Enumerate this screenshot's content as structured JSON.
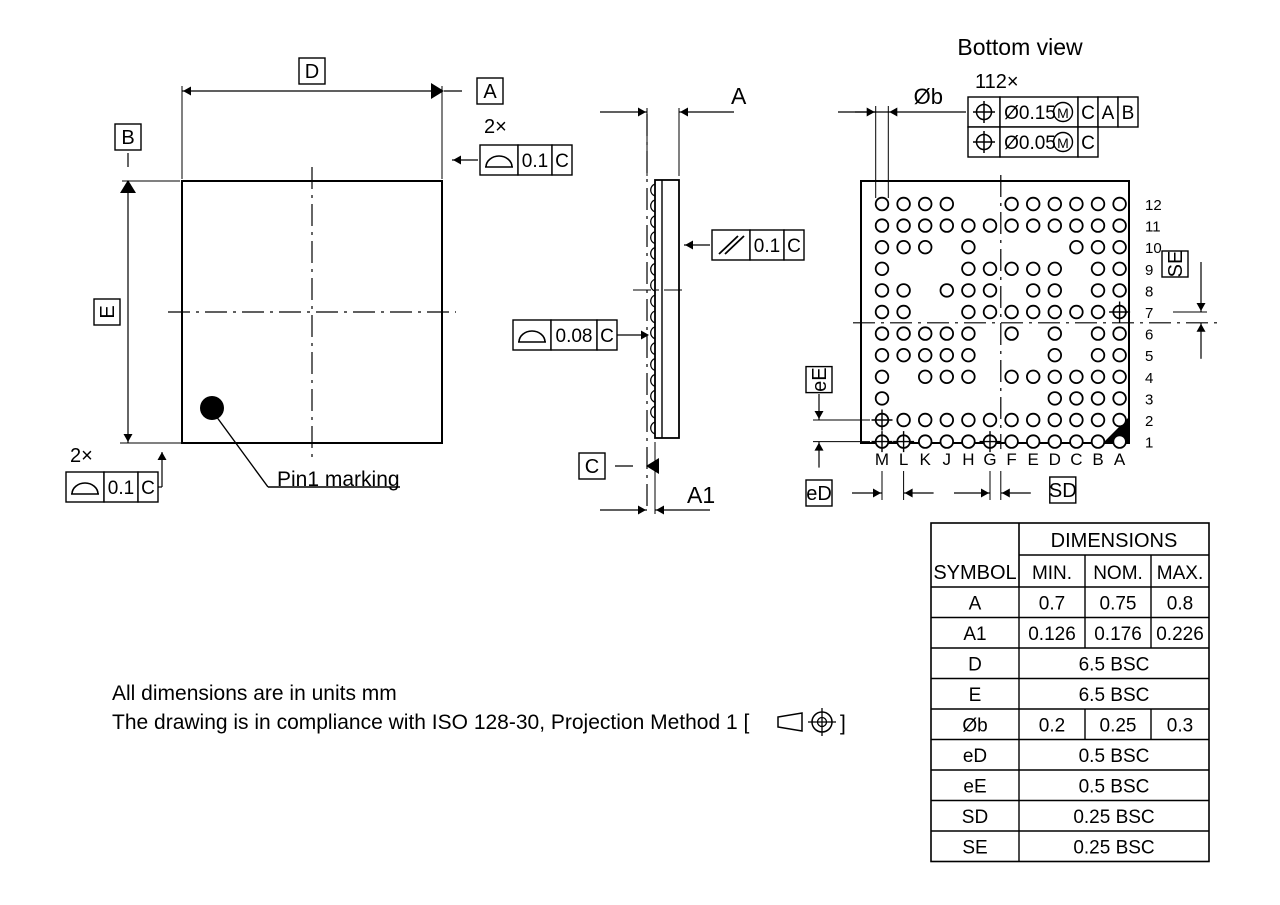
{
  "drawing": {
    "title_bottom_view": "Bottom view",
    "notes": [
      "All dimensions are in units mm",
      "The drawing is in compliance with ISO 128-30, Projection Method 1 [",
      "]"
    ],
    "note_line1": "All dimensions are in units mm",
    "note_line2_pre": "The drawing is in compliance with ISO 128-30, Projection Method 1 [",
    "note_line2_post": "]",
    "pin1_label": "Pin1 marking",
    "colors": {
      "line": "#000000",
      "fill": "#ffffff",
      "pin1_dot": "#000000"
    }
  },
  "top_view": {
    "dim_horizontal_label": "D",
    "dim_vertical_label": "E",
    "datum_a": "A",
    "datum_b": "B",
    "qty_top": "2×",
    "qty_bottom": "2×",
    "fcf_top": {
      "symbol": "flatness-profile",
      "tolerance": "0.1",
      "datum": "C"
    },
    "fcf_bottom": {
      "symbol": "flatness-profile",
      "tolerance": "0.1",
      "datum": "C"
    }
  },
  "side_view": {
    "dim_height_label": "A",
    "dim_standoff_label": "A1",
    "datum_c": "C",
    "fcf_parallel": {
      "symbol": "//",
      "tolerance": "0.1",
      "datum": "C"
    },
    "fcf_flatness": {
      "symbol": "flatness-profile",
      "tolerance": "0.08",
      "datum": "C"
    }
  },
  "bottom_view": {
    "ball_qty": "112×",
    "ball_dia_label": "Øb",
    "fcf_rows": [
      {
        "symbol": "position",
        "tolerance": "Ø0.15",
        "modifier": "M",
        "datums": [
          "C",
          "A",
          "B"
        ]
      },
      {
        "symbol": "position",
        "tolerance": "Ø0.05",
        "modifier": "M",
        "datums": [
          "C"
        ]
      }
    ],
    "column_labels": [
      "M",
      "L",
      "K",
      "J",
      "H",
      "G",
      "F",
      "E",
      "D",
      "C",
      "B",
      "A"
    ],
    "row_labels": [
      "12",
      "11",
      "10",
      "9",
      "8",
      "7",
      "6",
      "5",
      "4",
      "3",
      "2",
      "1"
    ],
    "pitch_d_label": "eD",
    "pitch_e_label": "eE",
    "offset_d_label": "SD",
    "offset_e_label": "SE",
    "ball_map": {
      "12": [
        "M",
        "L",
        "K",
        "J",
        "F",
        "E",
        "D",
        "C",
        "B",
        "A"
      ],
      "11": [
        "M",
        "L",
        "K",
        "J",
        "H",
        "G",
        "F",
        "E",
        "D",
        "C",
        "B",
        "A"
      ],
      "10": [
        "M",
        "L",
        "K",
        "H",
        "C",
        "B",
        "A"
      ],
      "9": [
        "M",
        "H",
        "G",
        "F",
        "E",
        "D",
        "B",
        "A"
      ],
      "8": [
        "M",
        "L",
        "J",
        "H",
        "G",
        "E",
        "D",
        "B",
        "A"
      ],
      "7": [
        "M",
        "L",
        "H",
        "G",
        "F",
        "E",
        "D",
        "C",
        "B",
        "A"
      ],
      "6": [
        "M",
        "L",
        "K",
        "J",
        "H",
        "F",
        "D",
        "B",
        "A"
      ],
      "5": [
        "M",
        "L",
        "K",
        "J",
        "H",
        "D",
        "B",
        "A"
      ],
      "4": [
        "M",
        "K",
        "J",
        "H",
        "F",
        "E",
        "D",
        "C",
        "B",
        "A"
      ],
      "3": [
        "M",
        "D",
        "C",
        "B",
        "A"
      ],
      "2": [
        "M",
        "L",
        "K",
        "J",
        "H",
        "G",
        "F",
        "E",
        "D",
        "C",
        "B",
        "A"
      ],
      "1": [
        "M",
        "L",
        "K",
        "J",
        "H",
        "G",
        "F",
        "E",
        "D",
        "C",
        "B",
        "A"
      ]
    },
    "crosshair_balls": [
      {
        "col": "A",
        "row": "7"
      },
      {
        "col": "M",
        "row": "2"
      },
      {
        "col": "M",
        "row": "1"
      },
      {
        "col": "L",
        "row": "1"
      },
      {
        "col": "G",
        "row": "1"
      }
    ]
  },
  "table": {
    "header_symbol": "SYMBOL",
    "header_dimensions": "DIMENSIONS",
    "header_min": "MIN.",
    "header_nom": "NOM.",
    "header_max": "MAX.",
    "rows": [
      {
        "symbol": "A",
        "min": "0.7",
        "nom": "0.75",
        "max": "0.8",
        "span": false
      },
      {
        "symbol": "A1",
        "min": "0.126",
        "nom": "0.176",
        "max": "0.226",
        "span": false
      },
      {
        "symbol": "D",
        "value": "6.5 BSC",
        "span": true
      },
      {
        "symbol": "E",
        "value": "6.5 BSC",
        "span": true
      },
      {
        "symbol": "Øb",
        "min": "0.2",
        "nom": "0.25",
        "max": "0.3",
        "span": false
      },
      {
        "symbol": "eD",
        "value": "0.5 BSC",
        "span": true
      },
      {
        "symbol": "eE",
        "value": "0.5 BSC",
        "span": true
      },
      {
        "symbol": "SD",
        "value": "0.25 BSC",
        "span": true
      },
      {
        "symbol": "SE",
        "value": "0.25 BSC",
        "span": true
      }
    ]
  }
}
